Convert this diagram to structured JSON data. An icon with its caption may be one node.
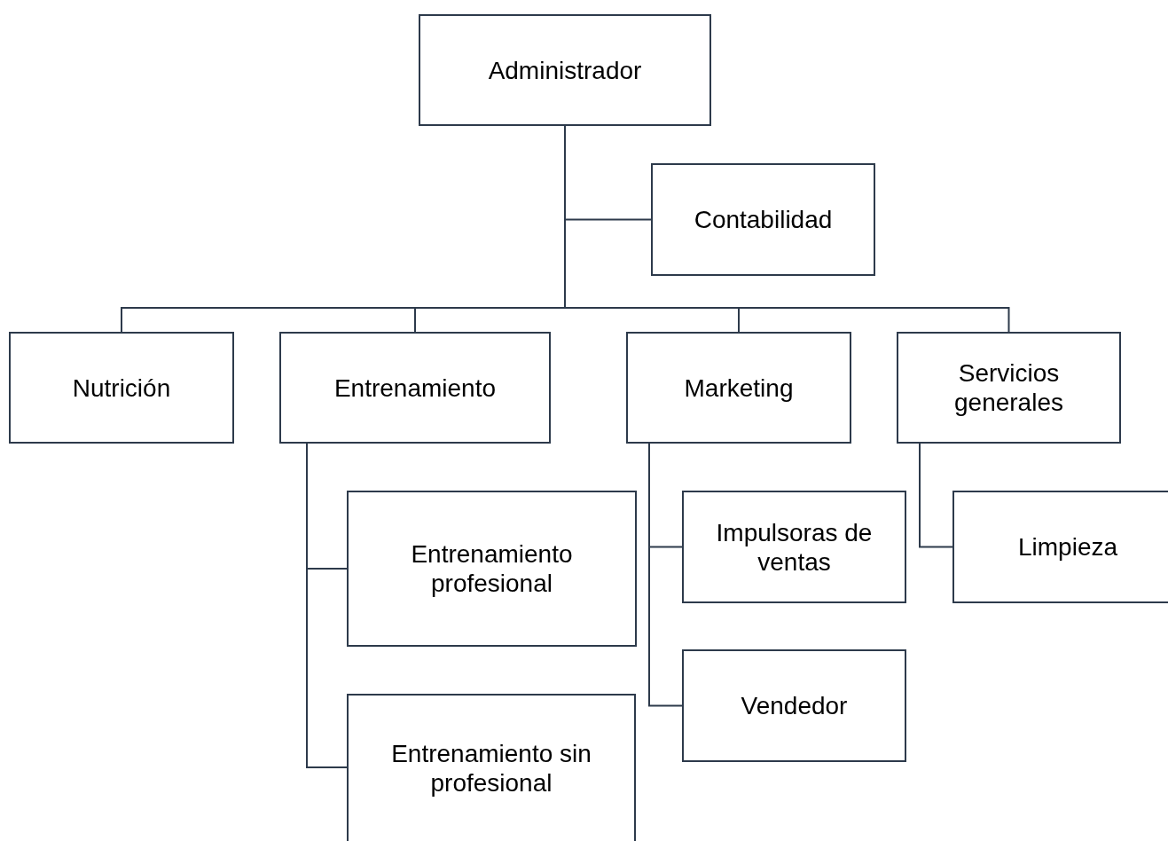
{
  "diagram": {
    "nodes": [
      {
        "text": [
          "Administrador"
        ]
      },
      {
        "text": [
          "Contabilidad"
        ]
      },
      {
        "text": [
          "Nutrición"
        ]
      },
      {
        "text": [
          "Entrenamiento"
        ]
      },
      {
        "text": [
          "Marketing"
        ]
      },
      {
        "text": [
          "Servicios generales"
        ]
      },
      {
        "text": [
          "Entrenamiento profesional"
        ]
      },
      {
        "text": [
          "Entrenamiento sin profesional"
        ]
      },
      {
        "text": [
          "Impulsoras de ventas"
        ]
      },
      {
        "text": [
          "Vendedor"
        ]
      },
      {
        "text": [
          "Limpieza"
        ]
      }
    ],
    "edges": [
      {
        "from": 0,
        "to": 1,
        "arrow": "none"
      },
      {
        "from": 0,
        "to": 2,
        "arrow": "none"
      },
      {
        "from": 0,
        "to": 3,
        "arrow": "none"
      },
      {
        "from": 0,
        "to": 4,
        "arrow": "none"
      },
      {
        "from": 0,
        "to": 5,
        "arrow": "none"
      },
      {
        "from": 3,
        "to": 6,
        "arrow": "none"
      },
      {
        "from": 3,
        "to": 7,
        "arrow": "none"
      },
      {
        "from": 4,
        "to": 8,
        "arrow": "none"
      },
      {
        "from": 4,
        "to": 9,
        "arrow": "none"
      },
      {
        "from": 5,
        "to": 10,
        "arrow": "none"
      }
    ]
  }
}
